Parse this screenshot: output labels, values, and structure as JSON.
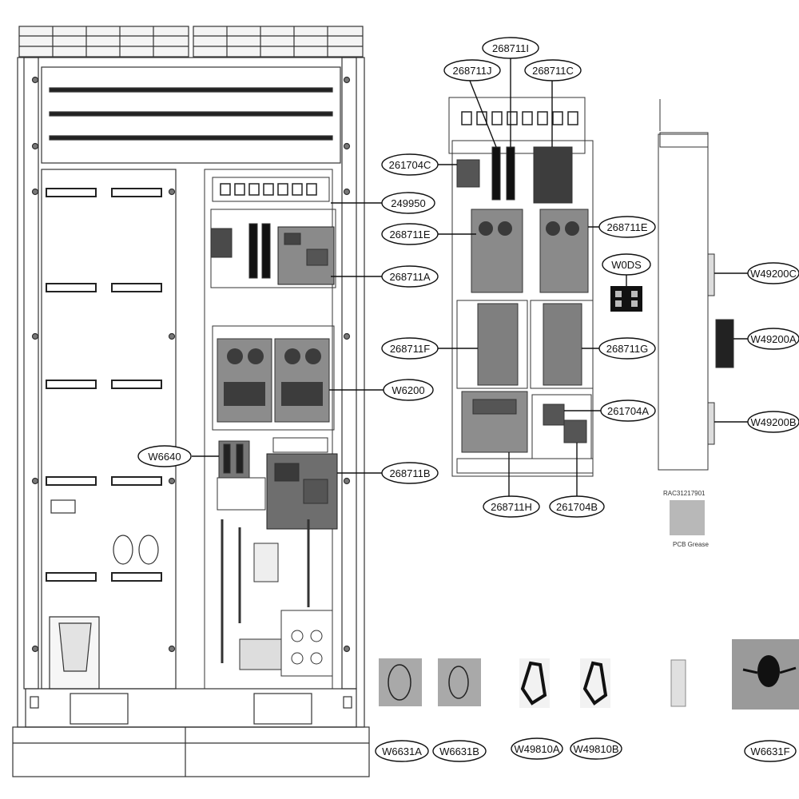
{
  "callouts": {
    "c268711I": "268711I",
    "c268711J": "268711J",
    "c268711C": "268711C",
    "c261704C": "261704C",
    "c249950": "249950",
    "c268711E_left": "268711E",
    "c268711E_right": "268711E",
    "c268711A": "268711A",
    "cW0DS": "W0DS",
    "cW49200C": "W49200C",
    "cW49200A": "W49200A",
    "cW49200B": "W49200B",
    "c268711F": "268711F",
    "c268711G": "268711G",
    "cW6200": "W6200",
    "c261704A": "261704A",
    "cW6640": "W6640",
    "c268711B": "268711B",
    "c268711H": "268711H",
    "c261704B": "261704B",
    "cW6631A": "W6631A",
    "cW6631B": "W6631B",
    "cW49810A": "W49810A",
    "cW49810B": "W49810B",
    "cW6631F": "W6631F"
  },
  "grease": {
    "part_no": "RAC31217901",
    "label": "PCB Grease"
  }
}
